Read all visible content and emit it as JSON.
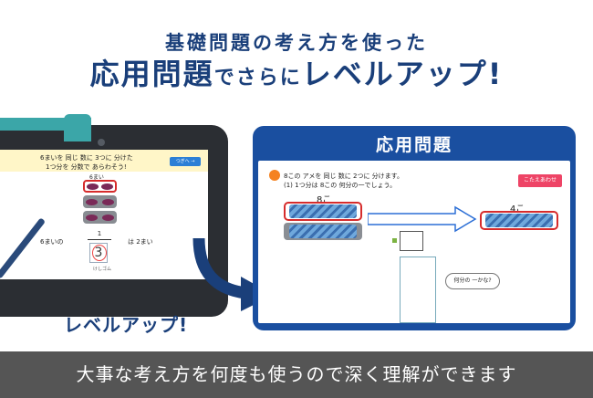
{
  "headline": {
    "line1": "基礎問題の考え方を使った",
    "line2_big1": "応用問題",
    "line2_small": "でさらに",
    "line2_big2": "レベルアップ!"
  },
  "tablet_screen": {
    "question_line1": "6まいを 同じ 数に 3つに 分けた",
    "question_line2": "1つ分を 分数で あらわそう!",
    "next_button": "つぎへ →",
    "count_label": "6まい",
    "equation_left": "6まいの",
    "fraction_numerator": "1",
    "answer_digit": "3",
    "equation_right": "は 2まい",
    "tiny_label": "けしゴム"
  },
  "levelup_label": "レベルアップ!",
  "panel": {
    "title": "応用問題",
    "question_line1": "8この アメを 同じ 数に 2つに 分けます。",
    "question_line2": "(1) 1つ分は 8この 何分の一でしょう。",
    "answer_button": "こたえあわせ",
    "label_8": "8こ",
    "label_4": "4こ",
    "bubble": "何分の 一かな?"
  },
  "bottom_caption": "大事な考え方を何度も使うので深く理解ができます",
  "colors": {
    "navy": "#1a3f7a",
    "panel_blue": "#1a4fa0",
    "highlight_yellow": "#ffe94d",
    "band_gray": "#555555"
  }
}
